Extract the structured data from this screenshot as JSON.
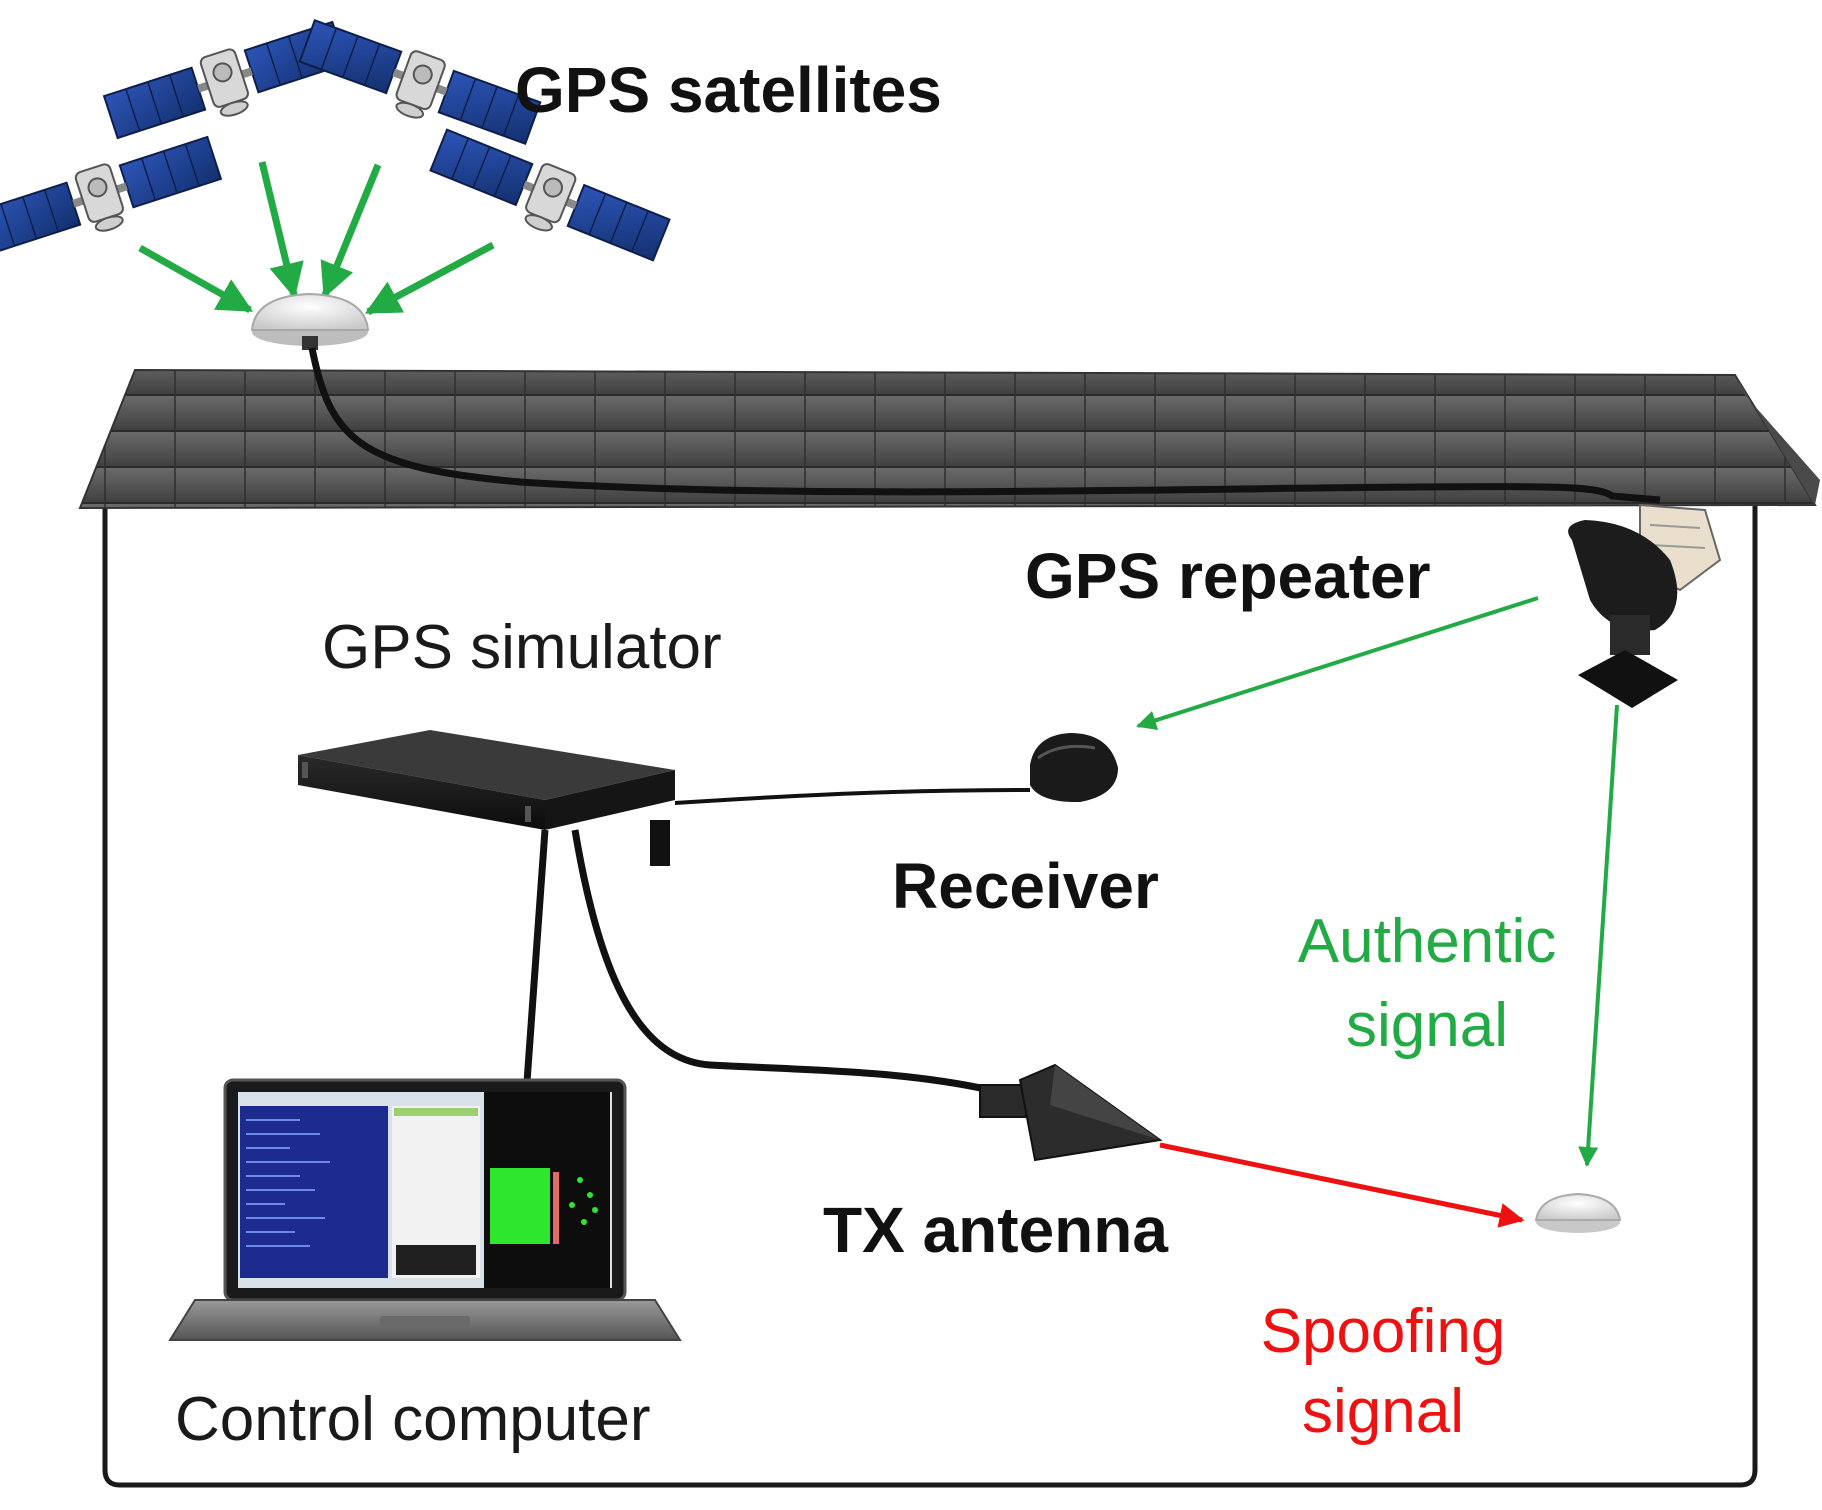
{
  "labels": {
    "gps_satellites": "GPS satellites",
    "gps_repeater": "GPS repeater",
    "gps_simulator": "GPS simulator",
    "receiver": "Receiver",
    "authentic_line1": "Authentic",
    "authentic_line2": "signal",
    "tx_antenna": "TX antenna",
    "spoofing_line1": "Spoofing",
    "spoofing_line2": "signal",
    "control_computer": "Control computer"
  },
  "colors": {
    "authentic_signal": "#22aa44",
    "spoofing_signal": "#ee1111",
    "outline": "#1a1a1a",
    "satellite_panel": "#1f3d8a"
  },
  "icons": [
    "satellite-icon",
    "roof-antenna-icon",
    "roof-icon",
    "repeater-antenna-icon",
    "simulator-box-icon",
    "receiver-antenna-icon",
    "tx-antenna-icon",
    "target-receiver-icon",
    "laptop-icon"
  ]
}
